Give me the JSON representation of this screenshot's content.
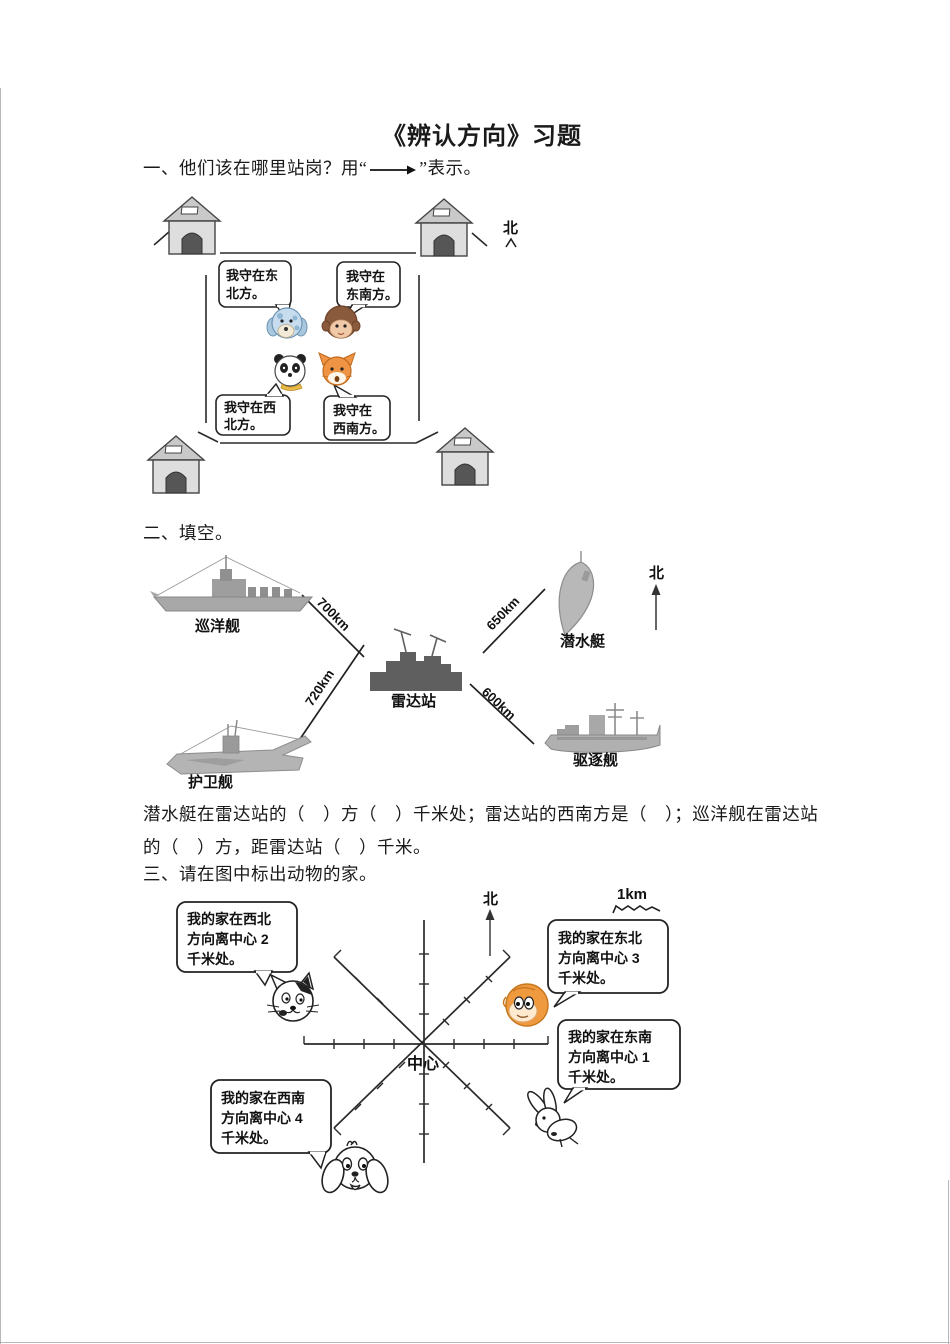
{
  "page": {
    "title": "《辨认方向》习题"
  },
  "q1": {
    "prompt_prefix": "一、他们该在哪里站岗？用“",
    "prompt_suffix": "”表示。",
    "north_label": "北",
    "bubbles": [
      {
        "line1": "我守在东",
        "line2": "北方。",
        "animal": "blue-puppy"
      },
      {
        "line1": "我守在",
        "line2": "东南方。",
        "animal": "monkey"
      },
      {
        "line1": "我守在西",
        "line2": "北方。",
        "animal": "panda"
      },
      {
        "line1": "我守在",
        "line2": "西南方。",
        "animal": "fox"
      }
    ]
  },
  "q2": {
    "heading": "二、填空。",
    "north_label": "北",
    "station_label": "雷达站",
    "ships": [
      {
        "name": "巡洋舰",
        "distance": "700km",
        "direction": "northwest"
      },
      {
        "name": "潜水艇",
        "distance": "650km",
        "direction": "northeast"
      },
      {
        "name": "护卫舰",
        "distance": "720km",
        "direction": "southwest"
      },
      {
        "name": "驱逐舰",
        "distance": "600km",
        "direction": "southeast"
      }
    ],
    "fill_line1": "潜水艇在雷达站的（　）方（　）千米处；雷达站的西南方是（　）；巡洋舰在雷达站",
    "fill_line2": "的（　）方，距雷达站（　）千米。"
  },
  "q3": {
    "heading": "三、请在图中标出动物的家。",
    "north_label": "北",
    "scale_label": "1km",
    "center_label": "中心",
    "bubbles": [
      {
        "line1": "我的家在西北",
        "line2": "方向离中心 2",
        "line3": "千米处。",
        "animal": "cat"
      },
      {
        "line1": "我的家在东北",
        "line2": "方向离中心 3",
        "line3": "千米处。",
        "animal": "monkey"
      },
      {
        "line1": "我的家在东南",
        "line2": "方向离中心 1",
        "line3": "千米处。",
        "animal": "rabbit"
      },
      {
        "line1": "我的家在西南",
        "line2": "方向离中心 4",
        "line3": "千米处。",
        "animal": "dog"
      }
    ]
  },
  "colors": {
    "ink": "#1a1a1a",
    "station_gray": "#5f5f5f",
    "ship_gray": "#aaaaaa",
    "monkey_orange": "#f09a40",
    "fox_orange": "#ef9344",
    "puppy_blue": "#c7ddef",
    "panda_scarf": "#e9b949"
  }
}
